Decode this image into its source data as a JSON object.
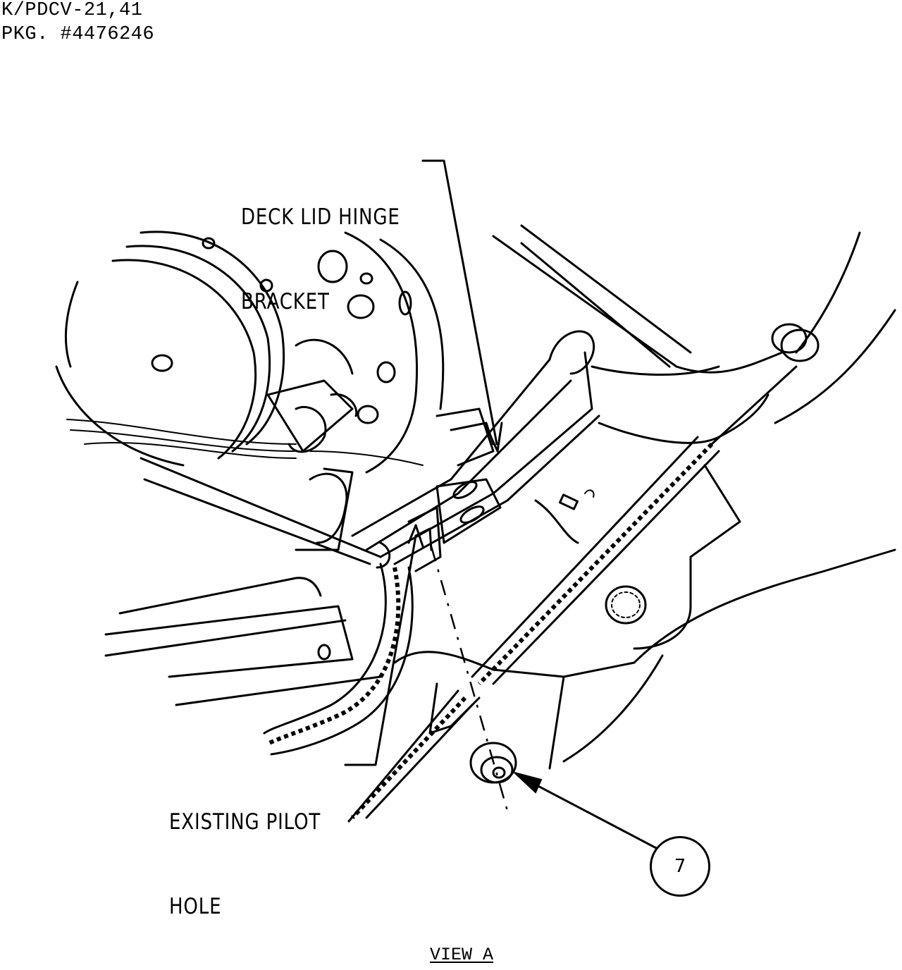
{
  "header": {
    "line1": "K/PDCV-21,41",
    "line2": "PKG. #4476246"
  },
  "callouts": {
    "bracket_line1": "DECK LID HINGE",
    "bracket_line2": "BRACKET",
    "hole_line1": "EXISTING PILOT",
    "hole_line2": "HOLE"
  },
  "balloon": {
    "number": "7"
  },
  "footer": {
    "view_title": "VIEW A"
  }
}
